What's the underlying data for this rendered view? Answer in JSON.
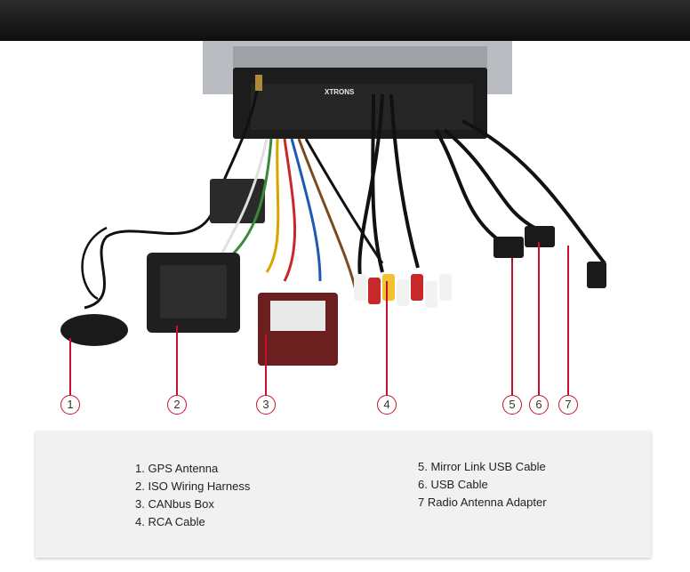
{
  "brand": "XTRONS",
  "callouts": [
    "1",
    "2",
    "3",
    "4",
    "5",
    "6",
    "7"
  ],
  "legend": {
    "left": [
      "1. GPS Antenna",
      "2. ISO Wiring Harness",
      "3. CANbus Box",
      "4. RCA Cable"
    ],
    "right": [
      "5. Mirror Link USB Cable",
      "6. USB Cable",
      "7 Radio Antenna Adapter"
    ]
  },
  "colors": {
    "accent": "#c8102e",
    "panel": "#f1f1f1"
  }
}
